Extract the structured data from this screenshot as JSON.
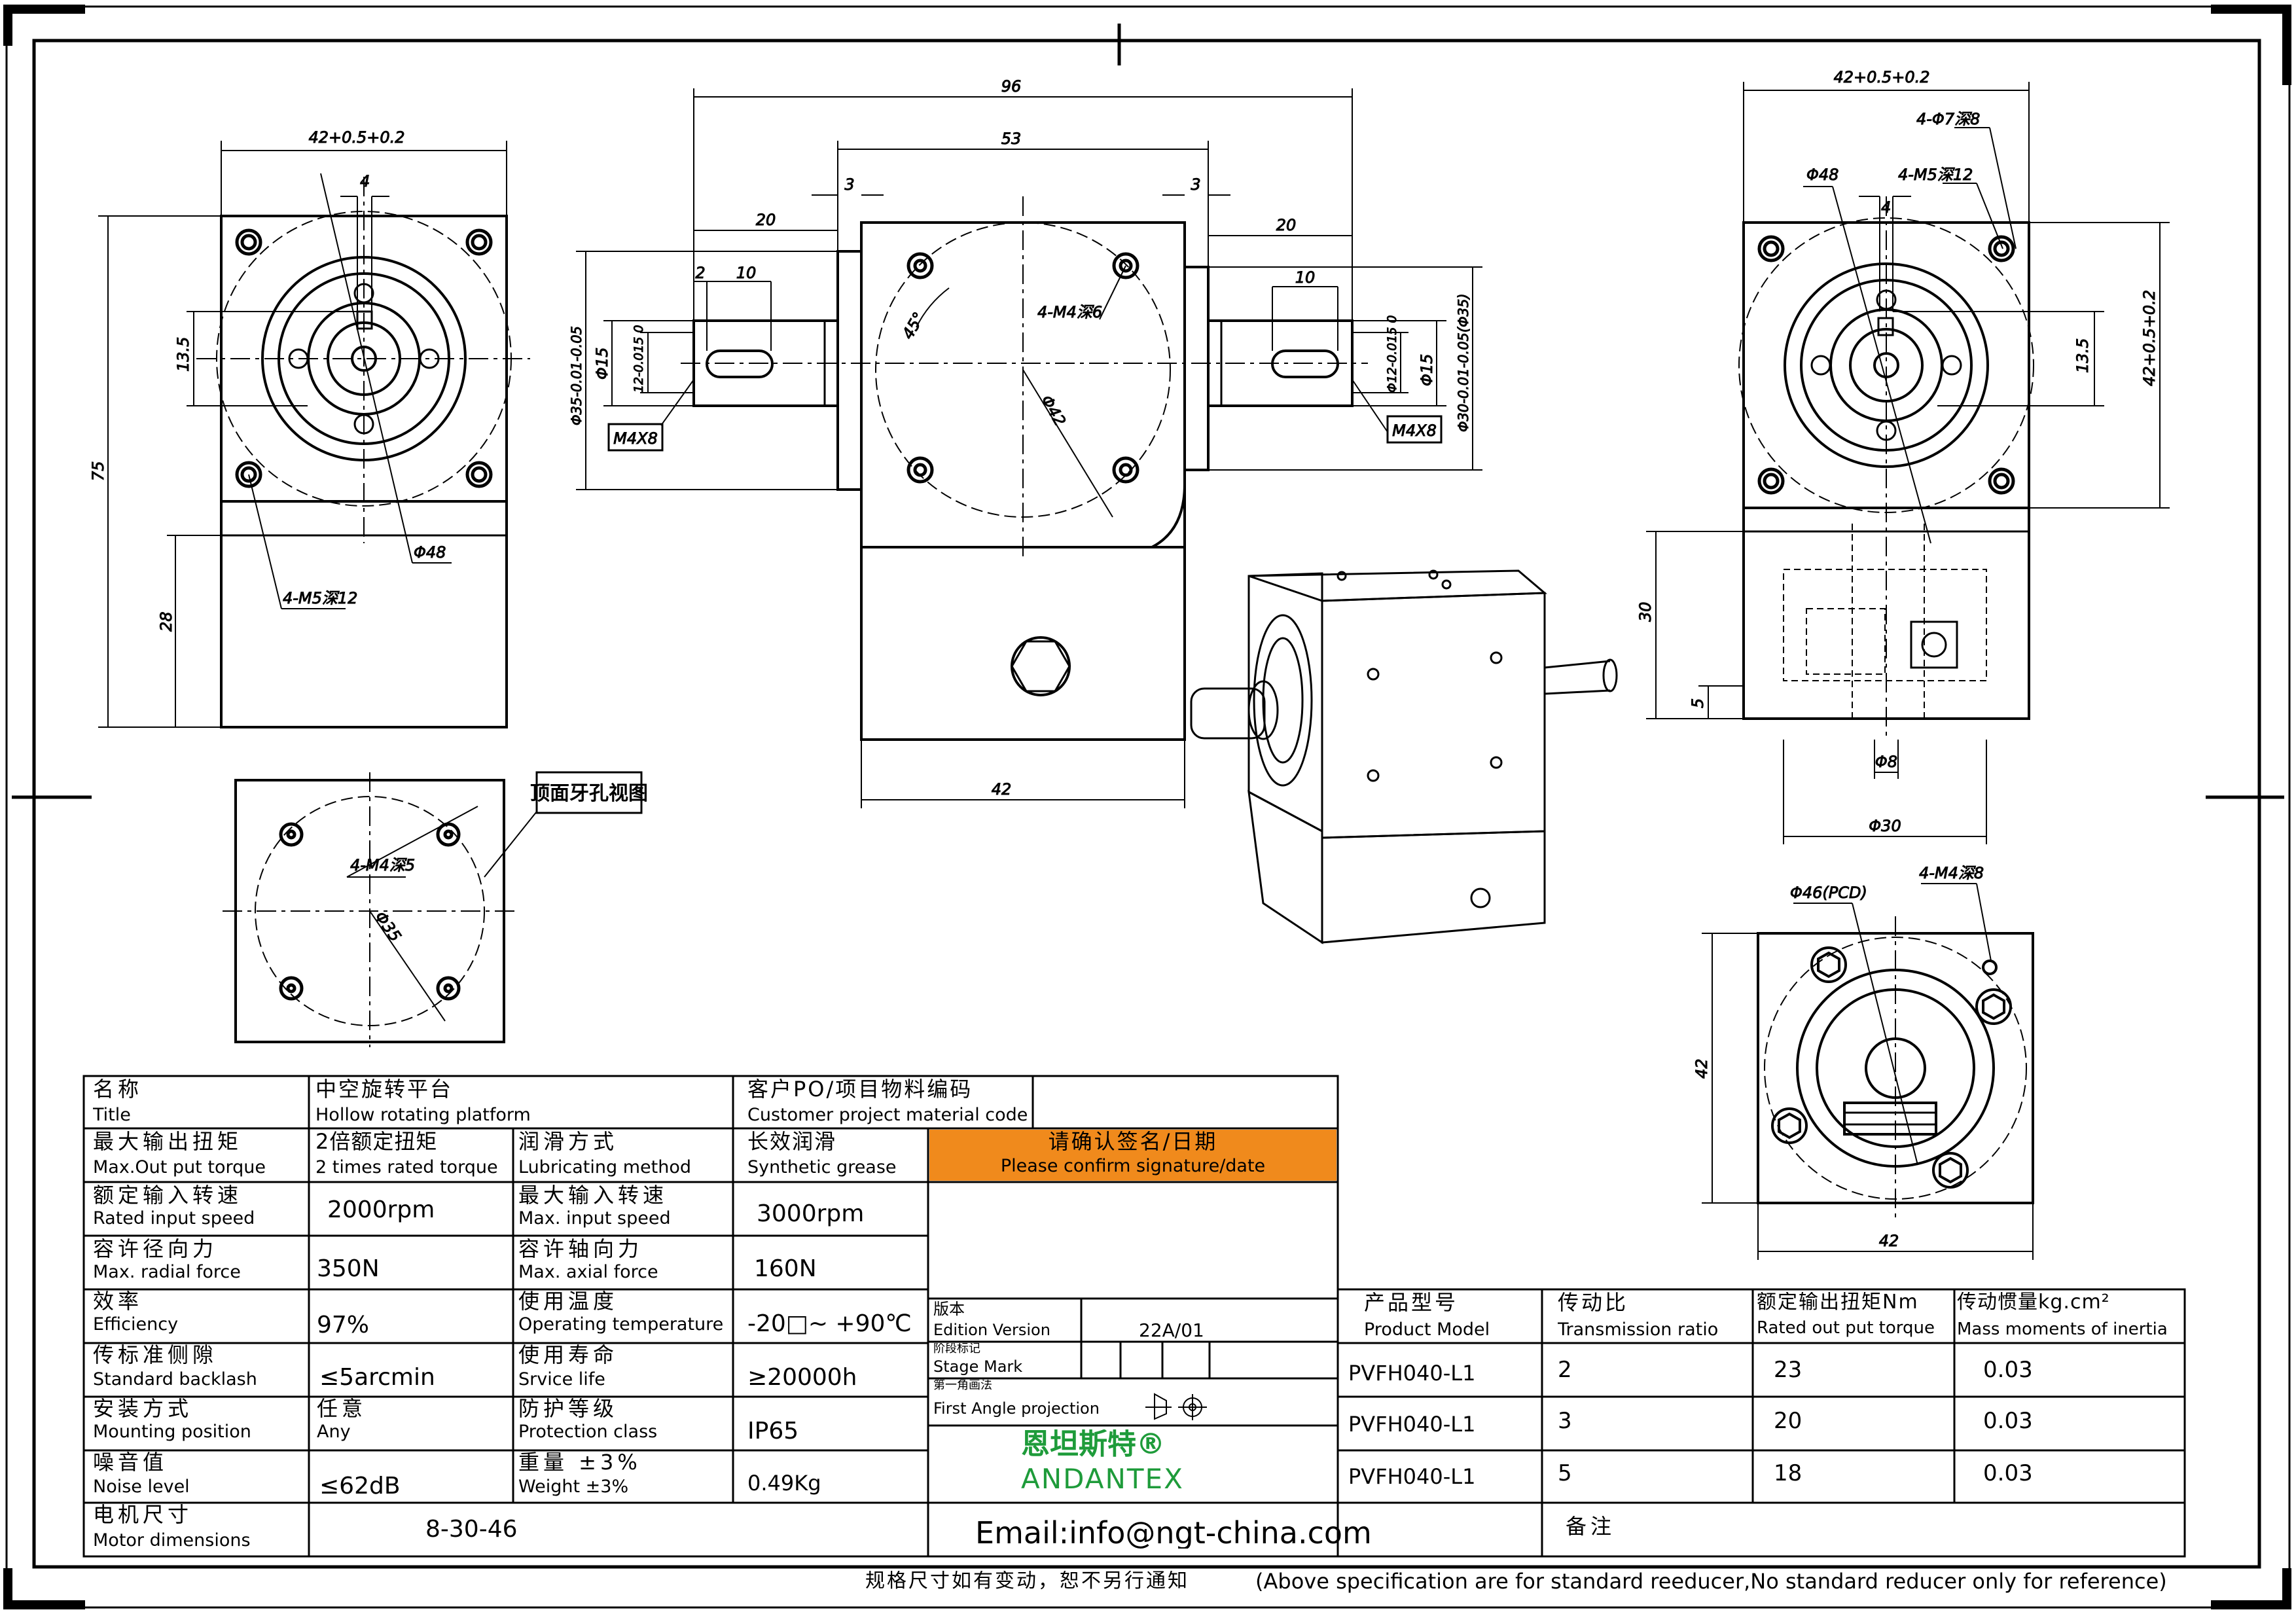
{
  "drawing": {
    "dims": {
      "d42_left": "42+0.5+0.2",
      "d75": "75",
      "d28": "28",
      "d13_5_left": "13.5",
      "d4_left": "4",
      "d48_left": "Φ48",
      "m5_left": "4-M5深12",
      "d96": "96",
      "d53": "53",
      "d20_left": "20",
      "d20_right": "20",
      "d3_left": "3",
      "d3_right": "3",
      "d2": "2",
      "d10_left": "10",
      "d10_right": "10",
      "d35": "Φ35-0.01-0.05",
      "d15_left": "Φ15",
      "d12_left": "12-0.015 0",
      "m4x8_left": "M4X8",
      "m4x8_right": "M4X8",
      "m4_6": "4-M4深6",
      "deg45": "45°",
      "d42_circle": "Φ42",
      "d42_bottom": "42",
      "d12_right": "Φ12-0.015 0",
      "d15_right": "Φ15",
      "d30_35": "Φ30-0.01-0.05(Φ35)",
      "d42_right": "42+0.5+0.2",
      "d7_8": "4-Φ7深8",
      "m5_12_right": "4-M5深12",
      "d48_right": "Φ48",
      "d4_right": "4",
      "d13_5_right": "13.5",
      "d42_right_v": "42+0.5+0.2",
      "d30_v": "30",
      "d5": "5",
      "d8": "Φ8",
      "d30_h": "Φ30",
      "callout": "顶面牙孔视图",
      "m4_5": "4-M4深5",
      "d35_small": "Φ35",
      "d46_pcd": "Φ46(PCD)",
      "m4_8": "4-M4深8",
      "d42_br_v": "42",
      "d42_br_h": "42"
    }
  },
  "specs": {
    "title_cn": "名称",
    "title_en": "Title",
    "product_cn": "中空旋转平台",
    "product_en": "Hollow rotating platform",
    "customer_cn": "客户PO/项目物料编码",
    "customer_en": "Customer project material code",
    "rows": [
      {
        "l_cn": "最大输出扭矩",
        "l_en": "Max.Out put torque",
        "v": "",
        "v_cn": "2倍额定扭矩",
        "v_en": "2 times rated torque",
        "r_cn": "润滑方式",
        "r_en": "Lubricating method",
        "rv_cn": "长效润滑",
        "rv_en": "Synthetic grease"
      },
      {
        "l_cn": "额定输入转速",
        "l_en": "Rated input speed",
        "v": "2000rpm",
        "r_cn": "最大输入转速",
        "r_en": "Max. input speed",
        "rv": "3000rpm"
      },
      {
        "l_cn": "容许径向力",
        "l_en": "Max. radial force",
        "v": "350N",
        "r_cn": "容许轴向力",
        "r_en": "Max. axial force",
        "rv": "160N"
      },
      {
        "l_cn": "效率",
        "l_en": "Efficiency",
        "v": "97%",
        "r_cn": "使用温度",
        "r_en": "Operating temperature",
        "rv": "-20□~ +90℃"
      },
      {
        "l_cn": "传标准侧隙",
        "l_en": "Standard backlash",
        "v": "≤5arcmin",
        "r_cn": "使用寿命",
        "r_en": "Srvice life",
        "rv": "≥20000h"
      },
      {
        "l_cn": "安装方式",
        "l_en": "Mounting position",
        "v_cn": "任意",
        "v_en": "Any",
        "r_cn": "防护等级",
        "r_en": "Protection class",
        "rv": "IP65"
      },
      {
        "l_cn": "噪音值",
        "l_en": "Noise level",
        "v": "≤62dB",
        "r_cn": "重量 ±3%",
        "r_en": "Weight ±3%",
        "rv": "0.49Kg"
      }
    ],
    "motor_cn": "电机尺寸",
    "motor_en": "Motor dimensions",
    "motor_val": "8-30-46"
  },
  "confirm": {
    "cn": "请确认签名/日期",
    "en": "Please confirm signature/date",
    "color": "#F08A1C"
  },
  "edition": {
    "cn": "版本",
    "en": "Edition Version",
    "val": "22A/01",
    "stage_cn": "阶段标记",
    "stage_en": "Stage Mark",
    "proj_cn": "第一角画法",
    "proj_en": "First Angle projection"
  },
  "brand": {
    "cn": "恩坦斯特®",
    "en": "ANDANTEX",
    "color": "#1E9B3A"
  },
  "email": "Email:info@ngt-china.com",
  "models": {
    "headers": [
      {
        "cn": "产品型号",
        "en": "Product Model"
      },
      {
        "cn": "传动比",
        "en": "Transmission ratio"
      },
      {
        "cn": "额定输出扭矩Nm",
        "en": "Rated out put torque"
      },
      {
        "cn": "传动惯量kg.cm²",
        "en": "Mass moments of inertia"
      }
    ],
    "rows": [
      {
        "model": "PVFH040-L1",
        "ratio": "2",
        "torque": "23",
        "inertia": "0.03"
      },
      {
        "model": "PVFH040-L1",
        "ratio": "3",
        "torque": "20",
        "inertia": "0.03"
      },
      {
        "model": "PVFH040-L1",
        "ratio": "5",
        "torque": "18",
        "inertia": "0.03"
      }
    ],
    "remark": "备注"
  },
  "footer": {
    "cn": "规格尺寸如有变动，恕不另行通知",
    "en": "(Above specification are for standard reeducer,No standard reducer only for reference)"
  }
}
